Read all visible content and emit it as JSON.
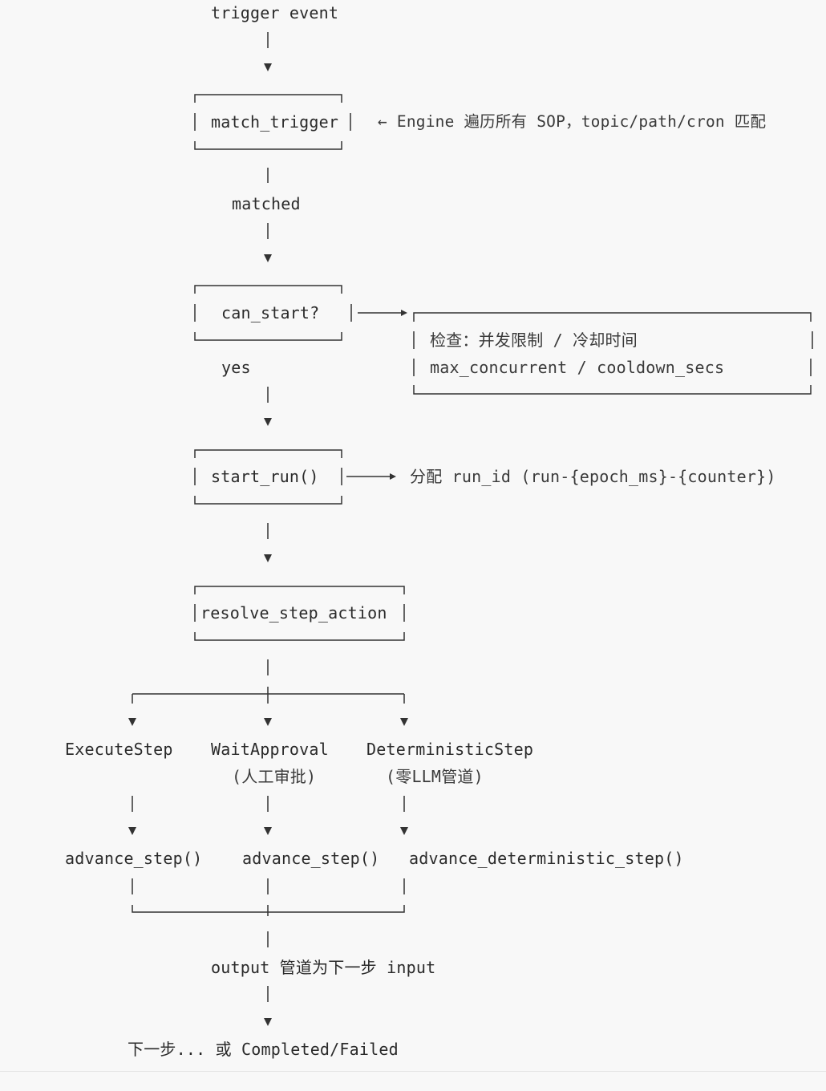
{
  "diagram": {
    "trigger": "trigger event",
    "match_trigger": "match_trigger",
    "match_note": "← Engine 遍历所有 SOP，topic/path/cron 匹配",
    "matched": "matched",
    "can_start": "can_start?",
    "check_line1": "检查：并发限制 / 冷却时间",
    "check_line2": "max_concurrent / cooldown_secs",
    "yes": "yes",
    "start_run": "start_run()",
    "start_note": "分配 run_id (run-{epoch_ms}-{counter})",
    "resolve": "resolve_step_action",
    "branches": [
      {
        "name": "ExecuteStep",
        "sub": "",
        "advance": "advance_step()"
      },
      {
        "name": "WaitApproval",
        "sub": "(人工审批)",
        "advance": "advance_step()"
      },
      {
        "name": "DeterministicStep",
        "sub": "(零LLM管道)",
        "advance": "advance_deterministic_step()"
      }
    ],
    "output": "output 管道为下一步 input",
    "final": "下一步... 或 Completed/Failed"
  },
  "colors": {
    "background": "#f8f8f8",
    "text": "#2b2b2b",
    "line": "#333333"
  }
}
